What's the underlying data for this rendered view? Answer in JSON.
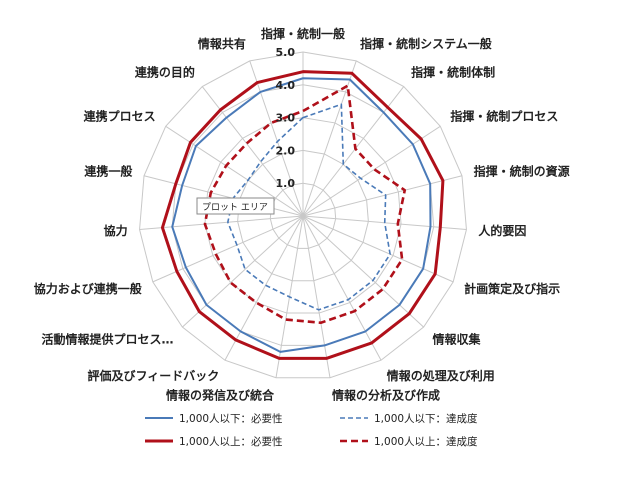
{
  "chart_data": {
    "type": "radar",
    "categories": [
      "指揮・統制一般",
      "指揮・統制システム一般",
      "指揮・統制体制",
      "指揮・統制プロセス",
      "指揮・統制の資源",
      "人的要因",
      "計画策定及び指示",
      "情報収集",
      "情報の処理及び利用",
      "情報の分析及び作成",
      "情報の発信及び統合",
      "評価及びフィードバック",
      "活動情報提供プロセス…",
      "協力および連携一般",
      "協力",
      "連携一般",
      "連携プロセス",
      "連携の目的",
      "情報共有"
    ],
    "rlim": [
      0,
      5
    ],
    "ticks": [
      "1.0",
      "2.0",
      "3.0",
      "4.0",
      "5.0"
    ],
    "tick_values": [
      1,
      2,
      3,
      4,
      5
    ],
    "grid": true,
    "legend_position": "bottom",
    "series": [
      {
        "name": "1,000人以下：必要性",
        "color": "#4a7ab8",
        "style": "solid",
        "values": [
          4.2,
          4.4,
          4.0,
          4.0,
          4.0,
          3.9,
          4.0,
          4.0,
          4.0,
          4.0,
          4.2,
          4.0,
          4.0,
          3.9,
          4.0,
          3.8,
          3.9,
          3.8,
          4.0
        ]
      },
      {
        "name": "1,000人以上：必要性",
        "color": "#b0101a",
        "style": "solid",
        "values": [
          4.4,
          4.6,
          4.2,
          4.3,
          4.4,
          4.2,
          4.4,
          4.4,
          4.4,
          4.4,
          4.4,
          4.3,
          4.3,
          4.2,
          4.3,
          4.0,
          4.1,
          4.1,
          4.3
        ]
      },
      {
        "name": "1,000人以下：達成度",
        "color": "#4a7ab8",
        "style": "dashed",
        "values": [
          3.0,
          3.6,
          2.0,
          2.1,
          2.6,
          2.5,
          2.9,
          2.9,
          2.9,
          2.9,
          2.5,
          2.4,
          2.4,
          2.2,
          2.3,
          2.2,
          2.0,
          2.1,
          2.4
        ]
      },
      {
        "name": "1,000人以上：達成度",
        "color": "#b0101a",
        "style": "dashed",
        "values": [
          3.2,
          4.2,
          2.6,
          2.6,
          3.2,
          2.9,
          3.3,
          3.3,
          3.3,
          3.3,
          3.2,
          3.0,
          3.0,
          2.9,
          3.0,
          2.9,
          2.8,
          2.8,
          3.0
        ]
      }
    ]
  },
  "tooltip": {
    "text": "プロット エリア"
  }
}
